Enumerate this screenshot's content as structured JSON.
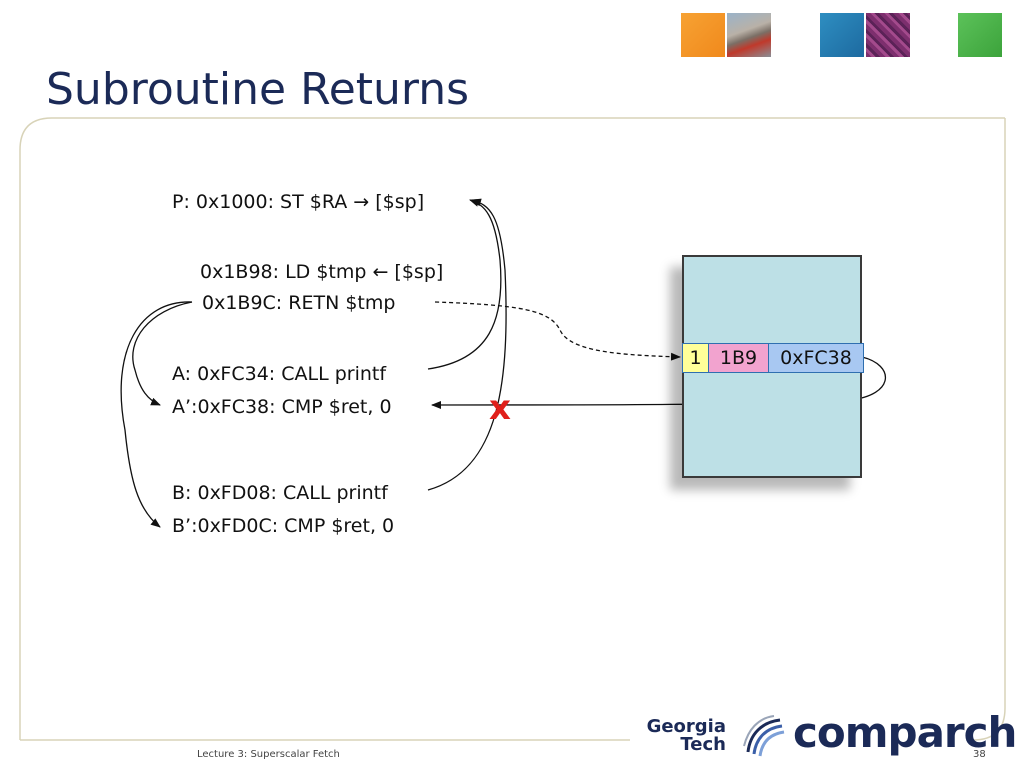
{
  "slide": {
    "title": "Subroutine Returns",
    "footer": "Lecture 3: Superscalar Fetch",
    "page_number": "38"
  },
  "code_lines": {
    "p_line": "P: 0x1000: ST $RA → [$sp]",
    "ld_line": "0x1B98: LD $tmp ← [$sp]",
    "retn_line": "0x1B9C: RETN $tmp",
    "a_call": "A: 0xFC34: CALL printf",
    "a_ret": "A’:0xFC38: CMP $ret, 0",
    "b_call": "B: 0xFD08: CALL printf",
    "b_ret": "B’:0xFD0C: CMP $ret, 0"
  },
  "stack_entry": {
    "valid": "1",
    "tag": "1B9",
    "target": "0xFC38"
  },
  "mispredict_mark": "x",
  "logos": {
    "georgia_line1": "Georgia",
    "georgia_line2": "Tech",
    "comparch": "comparch"
  },
  "colors": {
    "title": "#1b2a57",
    "stack_bg": "#bde0e6",
    "valid_field": "#ffff99",
    "tag_field": "#f2a3cf",
    "target_field": "#a8c8f2",
    "mispredict": "#e0201b"
  }
}
